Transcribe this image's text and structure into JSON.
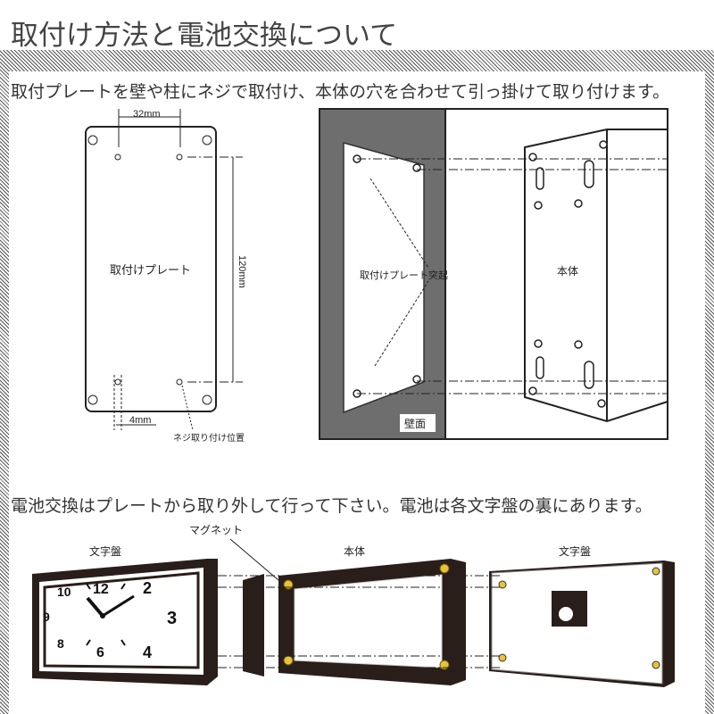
{
  "title": "取付け方法と電池交換について",
  "section1": {
    "caption": "取付プレートを壁や柱にネジで取付け、本体の穴を合わせて引っ掛けて取り付けます。",
    "plate_label": "取付けプレート",
    "dim_width": "32mm",
    "dim_height": "120mm",
    "dim_offset": "4mm",
    "screw_label": "ネジ取り付け位置",
    "plate_protrusion_label": "取付けプレート突起",
    "body_label": "本体",
    "wall_label": "壁面"
  },
  "section2": {
    "caption": "電池交換はプレートから取り外して行って下さい。電池は各文字盤の裏にあります。",
    "magnet_label": "マグネット",
    "dial_front_label": "文字盤",
    "body_label": "本体",
    "dial_back_label": "文字盤",
    "clock_numbers": [
      "12",
      "2",
      "3",
      "4",
      "6",
      "8",
      "9",
      "10"
    ]
  },
  "colors": {
    "wall": "#6e6e6e",
    "frame": "#2a1e1a",
    "magnet": "#e8c23a"
  }
}
